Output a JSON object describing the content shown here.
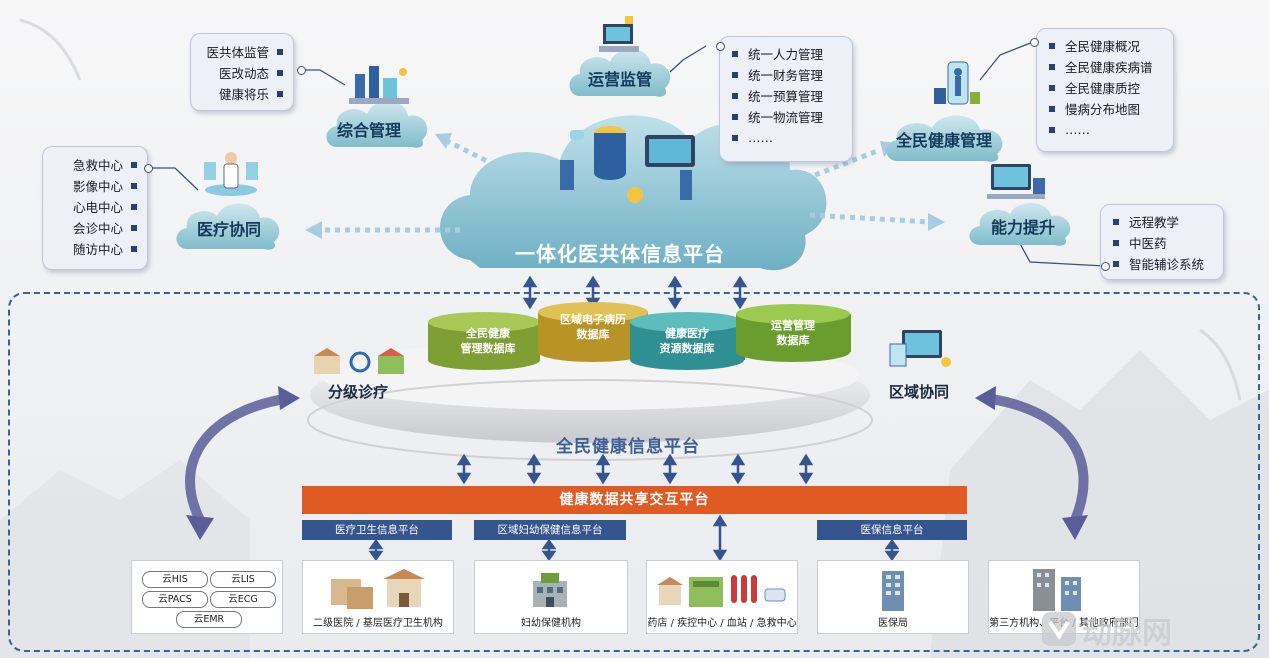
{
  "center": {
    "title": "一体化医共体信息平台"
  },
  "clouds": {
    "operations": {
      "title": "运营监管",
      "icon": "server-monitor-icon"
    },
    "integrated": {
      "title": "综合管理",
      "icon": "city-dashboard-icon"
    },
    "medical": {
      "title": "医疗协同",
      "icon": "doctor-hologram-icon"
    },
    "health_mgmt": {
      "title": "全民健康管理",
      "icon": "health-scan-icon"
    },
    "capability": {
      "title": "能力提升",
      "icon": "training-screen-icon"
    }
  },
  "lists": {
    "integrated": [
      "医共体监管",
      "医改动态",
      "健康将乐"
    ],
    "medical": [
      "急救中心",
      "影像中心",
      "心电中心",
      "会诊中心",
      "随访中心"
    ],
    "operations": [
      "统一人力管理",
      "统一财务管理",
      "统一预算管理",
      "统一物流管理",
      "……"
    ],
    "health_mgmt": [
      "全民健康概况",
      "全民健康疾病谱",
      "全民健康质控",
      "慢病分布地图",
      "……"
    ],
    "capability": [
      "远程教学",
      "中医药",
      "智能辅诊系统"
    ]
  },
  "databases": [
    {
      "name": "全民健康\n管理数据库",
      "color": "#8aad3a"
    },
    {
      "name": "区域电子病历\n数据库",
      "color": "#c9a636"
    },
    {
      "name": "健康医疗\n资源数据库",
      "color": "#3fa3a3"
    },
    {
      "name": "运营管理\n数据库",
      "color": "#7fb23a"
    }
  ],
  "platform": {
    "title": "全民健康信息平台",
    "left_label": "分级诊疗",
    "right_label": "区域协同"
  },
  "share_bar": "健康数据共享交互平台",
  "sub_platforms": [
    "医疗卫生信息平台",
    "区域妇幼保健信息平台",
    "医保信息平台"
  ],
  "cloud_systems": [
    "云HIS",
    "云LIS",
    "云PACS",
    "云ECG",
    "云EMR"
  ],
  "institutions": [
    {
      "name": "二级医院 / 基层医疗卫生机构",
      "icon": "hospital-buildings-icon"
    },
    {
      "name": "妇幼保健机构",
      "icon": "maternity-hospital-icon"
    },
    {
      "name": "药店 / 疾控中心 / 血站 / 急救中心",
      "icon": "health-services-icon"
    },
    {
      "name": "医保局",
      "icon": "insurance-bureau-icon"
    },
    {
      "name": "第三方机构、平台 / 其他政府部门",
      "icon": "office-towers-icon"
    }
  ],
  "watermark": "动脉网",
  "colors": {
    "cloud": "#7fbcc9",
    "navy": "#35558e",
    "orange": "#e05a23",
    "dash": "#3f5f95"
  }
}
